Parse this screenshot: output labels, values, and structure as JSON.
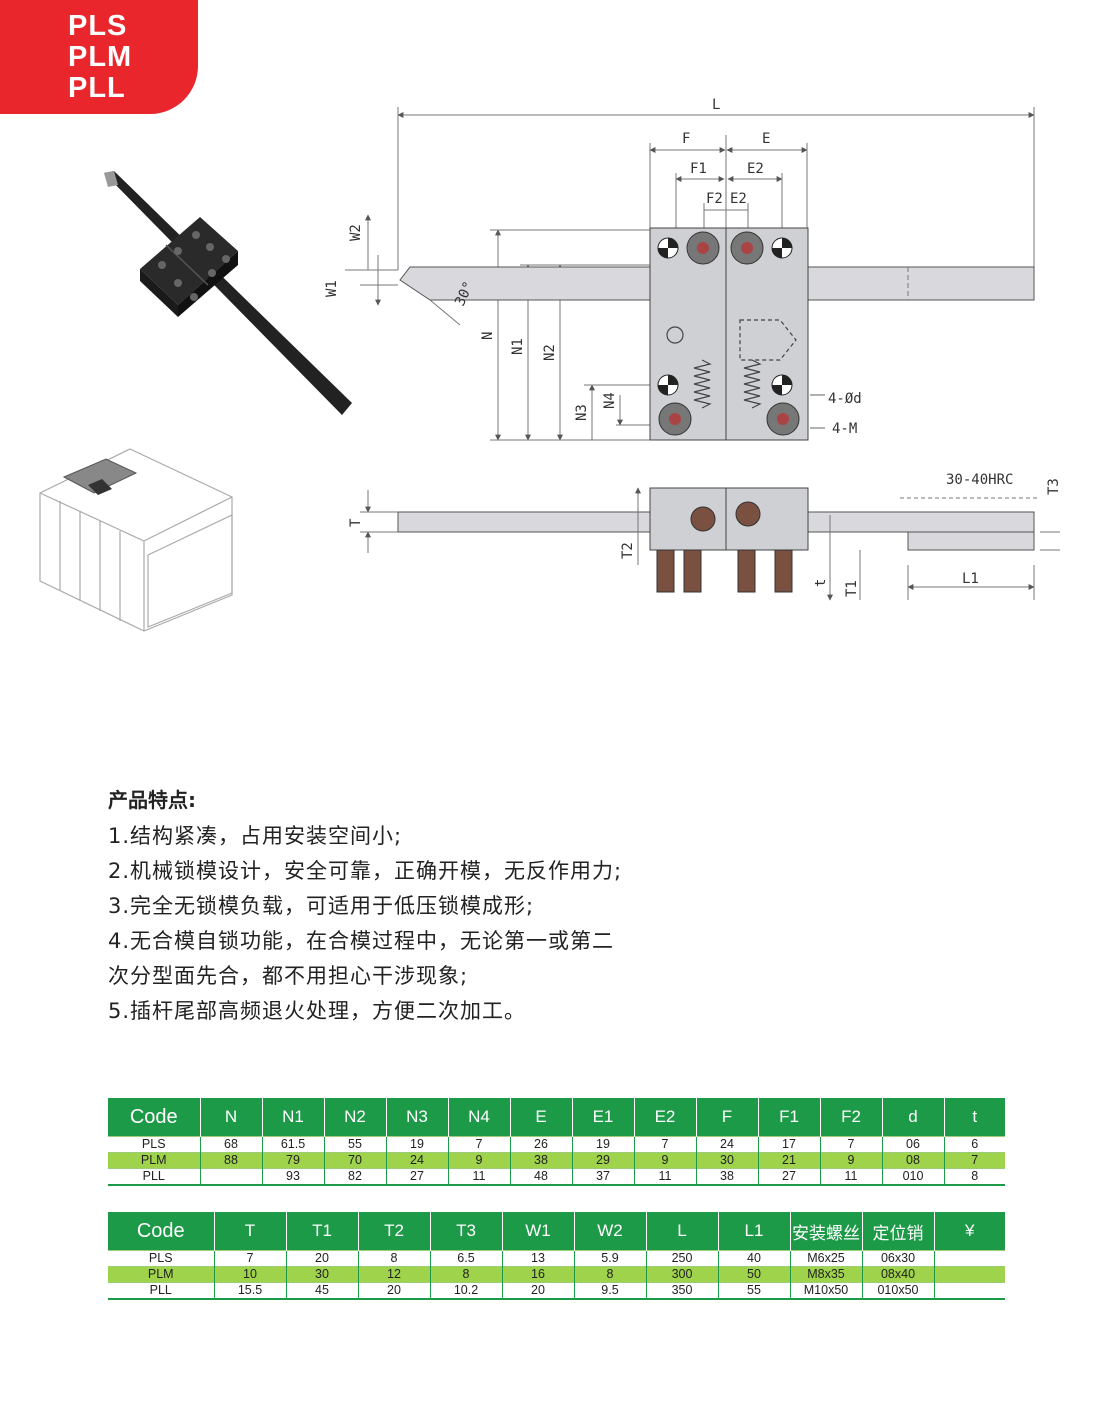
{
  "badge": {
    "lines": [
      "PLS",
      "PLM",
      "PLL"
    ]
  },
  "drawing": {
    "dims": {
      "L": "L",
      "F": "F",
      "E": "E",
      "F1": "F1",
      "E2_top": "E2",
      "F2": "F2",
      "E2": "E2",
      "W2": "W2",
      "W1": "W1",
      "N": "N",
      "N1": "N1",
      "N2": "N2",
      "N3": "N3",
      "N4": "N4",
      "T": "T",
      "T2": "T2",
      "T1": "T1",
      "T3": "T3",
      "t": "t",
      "L1": "L1"
    },
    "angle": "30°",
    "hole_label": "4-Ød",
    "screw_label": "4-M",
    "hardness": "30-40HRC"
  },
  "features": {
    "heading": "产品特点:",
    "items": [
      "1.结构紧凑，占用安装空间小;",
      "2.机械锁模设计，安全可靠，正确开模，无反作用力;",
      "3.完全无锁模负载，可适用于低压锁模成形;",
      "4.无合模自锁功能，在合模过程中，无论第一或第二",
      "次分型面先合，都不用担心干涉现象;",
      "5.插杆尾部高频退火处理，方便二次加工。"
    ]
  },
  "table1": {
    "headers": [
      "Code",
      "N",
      "N1",
      "N2",
      "N3",
      "N4",
      "E",
      "E1",
      "E2",
      "F",
      "F1",
      "F2",
      "d",
      "t"
    ],
    "rows": [
      [
        "PLS",
        "68",
        "61.5",
        "55",
        "19",
        "7",
        "26",
        "19",
        "7",
        "24",
        "17",
        "7",
        "06",
        "6"
      ],
      [
        "PLM",
        "88",
        "79",
        "70",
        "24",
        "9",
        "38",
        "29",
        "9",
        "30",
        "21",
        "9",
        "08",
        "7"
      ],
      [
        "PLL",
        "",
        "93",
        "82",
        "27",
        "11",
        "48",
        "37",
        "11",
        "38",
        "27",
        "11",
        "010",
        "8"
      ]
    ]
  },
  "table2": {
    "headers": [
      "Code",
      "T",
      "T1",
      "T2",
      "T3",
      "W1",
      "W2",
      "L",
      "L1",
      "安装螺丝",
      "定位销",
      "¥"
    ],
    "rows": [
      [
        "PLS",
        "7",
        "20",
        "8",
        "6.5",
        "13",
        "5.9",
        "250",
        "40",
        "M6x25",
        "06x30",
        ""
      ],
      [
        "PLM",
        "10",
        "30",
        "12",
        "8",
        "16",
        "8",
        "300",
        "50",
        "M8x35",
        "08x40",
        ""
      ],
      [
        "PLL",
        "15.5",
        "45",
        "20",
        "10.2",
        "20",
        "9.5",
        "350",
        "55",
        "M10x50",
        "010x50",
        ""
      ]
    ]
  }
}
